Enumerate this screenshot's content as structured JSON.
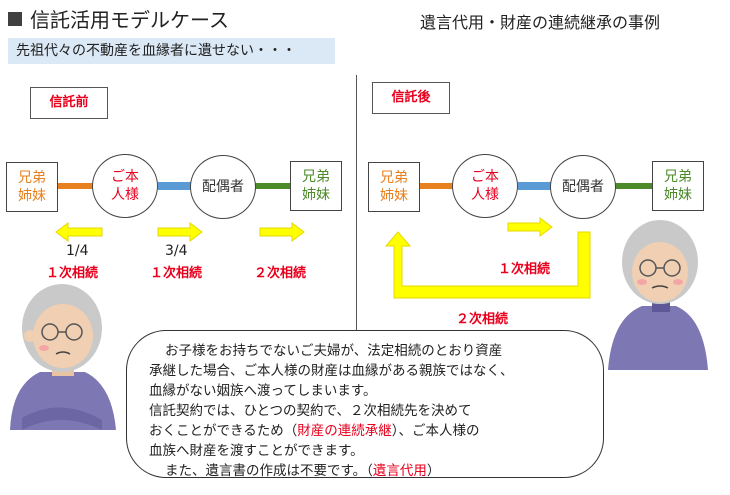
{
  "header": {
    "title": "信託活用モデルケース",
    "right_title": "遺言代用・財産の連続継承の事例",
    "subtitle": "先祖代々の不動産を血縁者に遺せない・・・"
  },
  "before": {
    "stage_label": "信託前",
    "nodes": {
      "left_sibling": [
        "兄弟",
        "姉妹"
      ],
      "self": [
        "ご本",
        "人様"
      ],
      "spouse": "配偶者",
      "right_sibling": [
        "兄弟",
        "姉妹"
      ]
    },
    "fractions": {
      "left": "1/4",
      "right": "3/4"
    },
    "labels": {
      "first_left": "１次相続",
      "first_right": "１次相続",
      "second": "２次相続"
    }
  },
  "after": {
    "stage_label": "信託後",
    "nodes": {
      "left_sibling": [
        "兄弟",
        "姉妹"
      ],
      "self": [
        "ご本",
        "人様"
      ],
      "spouse": "配偶者",
      "right_sibling": [
        "兄弟",
        "姉妹"
      ]
    },
    "labels": {
      "first": "１次相続",
      "second": "２次相続"
    }
  },
  "callout": {
    "line1": "お子様をお持ちでないご夫婦が、法定相続のとおり資産",
    "line2": "承継した場合、ご本人様の財産は血縁がある親族ではなく、",
    "line3": "血縁がない姻族へ渡ってしまいます。",
    "line4": "信託契約では、ひとつの契約で、２次相続先を決めて",
    "line5_pre": "おくことができるため（",
    "line5_red": "財産の連続承継",
    "line5_post": "）、ご本人様の",
    "line6": "血族へ財産を渡すことができます。",
    "line7_pre": "また、遺言書の作成は不要です。（",
    "line7_red": "遺言代用",
    "line7_post": "）"
  },
  "colors": {
    "orange_link": "#e8801f",
    "blue_link": "#5b9bd5",
    "green_link": "#4c8a2a",
    "arrow_yellow": "#ffff00",
    "red_text": "#e8001d"
  },
  "icons": {
    "left_person": "elderly-man-crossed-arms-icon",
    "right_person": "elderly-man-icon"
  }
}
